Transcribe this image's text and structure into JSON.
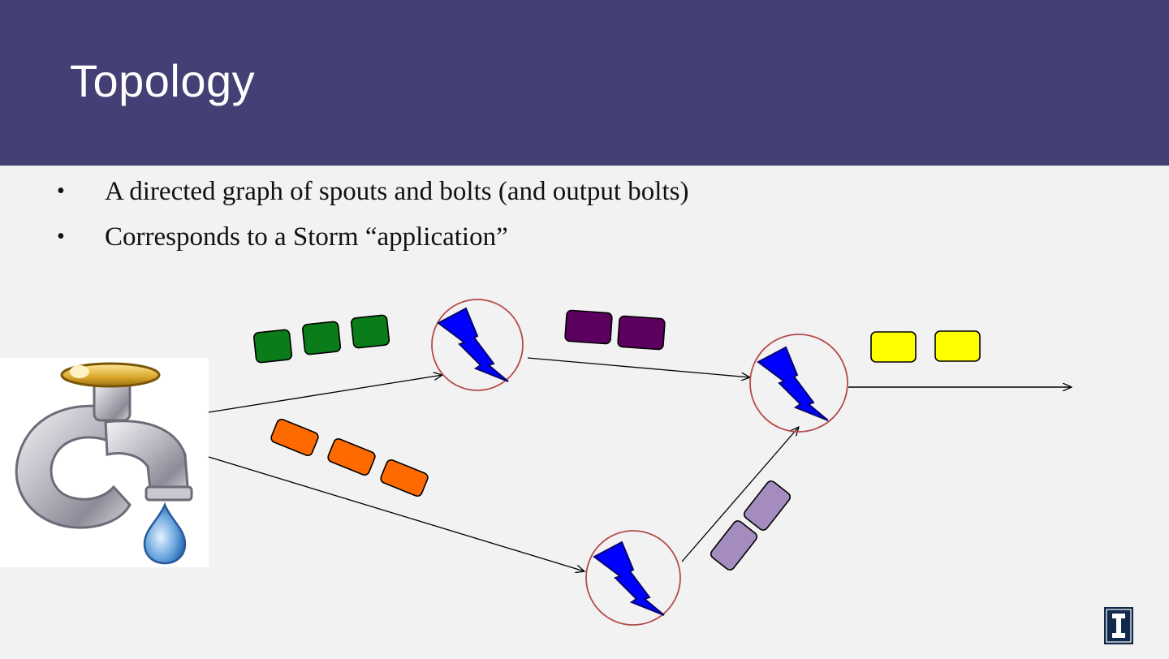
{
  "slide": {
    "title": "Topology",
    "bullets": [
      "A directed graph of spouts and bolts (and output bolts)",
      "Corresponds to a Storm “application”"
    ]
  },
  "diagram": {
    "nodes": [
      {
        "id": "spout",
        "icon": "water-faucet-icon"
      },
      {
        "id": "bolt-top",
        "icon": "lightning-bolt-icon"
      },
      {
        "id": "bolt-bottom",
        "icon": "lightning-bolt-icon"
      },
      {
        "id": "bolt-right",
        "icon": "lightning-bolt-icon"
      }
    ],
    "tuple_colors": {
      "green": "#0a7c19",
      "orange": "#ff6a00",
      "purple": "#5c0060",
      "lavender": "#a48cbf",
      "yellow": "#ffff00"
    },
    "bolt_color": "#0000ff",
    "header_color": "#443f74"
  },
  "logo": {
    "icon": "university-block-i-icon"
  }
}
